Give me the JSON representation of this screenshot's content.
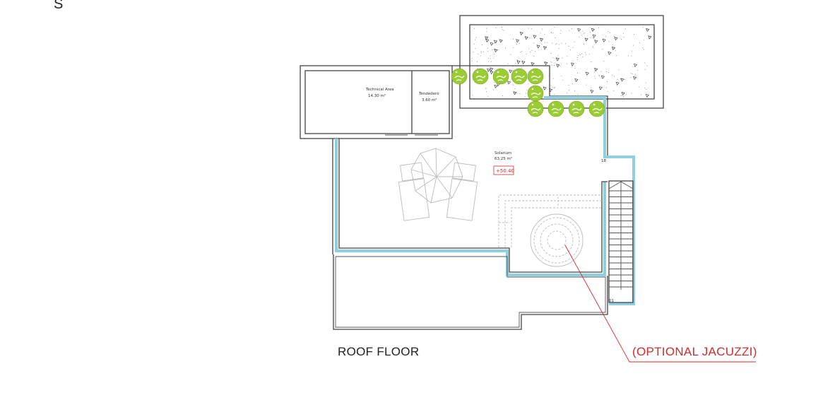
{
  "page": {
    "corner_letter": "S"
  },
  "plan": {
    "title": "ROOF FLOOR",
    "rooms": [
      {
        "name": "Technical Area",
        "area": "14.30 m²"
      },
      {
        "name": "Tendedero",
        "area": "3.60 m²"
      },
      {
        "name": "Solarium",
        "area": "63.25 m²"
      }
    ],
    "level_mark": "+50.40",
    "stair_top_step": "18",
    "stair_bottom_step": "01",
    "callout": "(OPTIONAL JACUZZI)"
  },
  "colors": {
    "wall_finish": "#8fd0e0",
    "callout": "#d22b2b",
    "trees": "#9acd32",
    "walls": "#444444"
  }
}
